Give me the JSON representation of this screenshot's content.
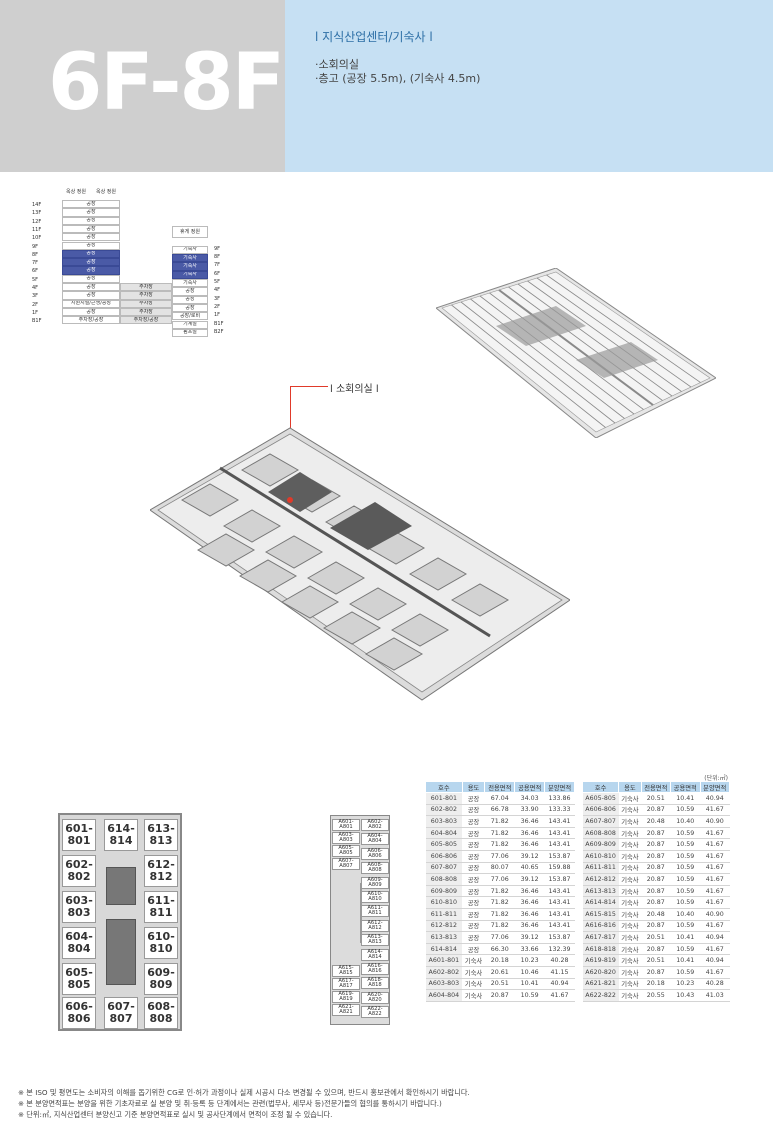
{
  "header": {
    "floor_title": "6F-8F",
    "section": "l 지식산업센터/기숙사 l",
    "specs": [
      "·소회의실",
      "·층고 (공장 5.5m), (기숙사 4.5m)"
    ]
  },
  "stack": {
    "left_floors": [
      "14F",
      "13F",
      "12F",
      "11F",
      "10F",
      "9F",
      "8F",
      "7F",
      "6F",
      "5F",
      "4F",
      "3F",
      "2F",
      "1F",
      "B1F"
    ],
    "right_floors": [
      "9F",
      "8F",
      "7F",
      "6F",
      "5F",
      "4F",
      "3F",
      "2F",
      "1F",
      "B1F",
      "B2F"
    ],
    "rooftop": [
      "옥상\n정원",
      "옥상\n정원"
    ],
    "factory": "공장",
    "factory_hl": "공장",
    "dorm": "기숙사",
    "dorm_hl": "기숙사",
    "garden": "휴게\n정원",
    "parking": "주차장",
    "lobby_factory": "지원시설/근생/공장",
    "lobby_mid": "주차장",
    "lobby_right": "공장/로비",
    "b1_left": "주차장/공장",
    "b1_mid": "주차장/공장",
    "machine": "기계실",
    "pump": "펌프실"
  },
  "lounge_label": "l 소회의실 l",
  "unit_note": "(단위:㎡)",
  "table_headers": [
    "호수",
    "용도",
    "전용면적",
    "공용면적",
    "분양면적"
  ],
  "table_left": [
    [
      "601-801",
      "공장",
      "67.04",
      "34.03",
      "133.86"
    ],
    [
      "602-802",
      "공장",
      "66.78",
      "33.90",
      "133.33"
    ],
    [
      "603-803",
      "공장",
      "71.82",
      "36.46",
      "143.41"
    ],
    [
      "604-804",
      "공장",
      "71.82",
      "36.46",
      "143.41"
    ],
    [
      "605-805",
      "공장",
      "71.82",
      "36.46",
      "143.41"
    ],
    [
      "606-806",
      "공장",
      "77.06",
      "39.12",
      "153.87"
    ],
    [
      "607-807",
      "공장",
      "80.07",
      "40.65",
      "159.88"
    ],
    [
      "608-808",
      "공장",
      "77.06",
      "39.12",
      "153.87"
    ],
    [
      "609-809",
      "공장",
      "71.82",
      "36.46",
      "143.41"
    ],
    [
      "610-810",
      "공장",
      "71.82",
      "36.46",
      "143.41"
    ],
    [
      "611-811",
      "공장",
      "71.82",
      "36.46",
      "143.41"
    ],
    [
      "612-812",
      "공장",
      "71.82",
      "36.46",
      "143.41"
    ],
    [
      "613-813",
      "공장",
      "77.06",
      "39.12",
      "153.87"
    ],
    [
      "614-814",
      "공장",
      "66.30",
      "33.66",
      "132.39"
    ],
    [
      "A601-801",
      "기숙사",
      "20.18",
      "10.23",
      "40.28"
    ],
    [
      "A602-802",
      "기숙사",
      "20.61",
      "10.46",
      "41.15"
    ],
    [
      "A603-803",
      "기숙사",
      "20.51",
      "10.41",
      "40.94"
    ],
    [
      "A604-804",
      "기숙사",
      "20.87",
      "10.59",
      "41.67"
    ]
  ],
  "table_right": [
    [
      "A605-805",
      "기숙사",
      "20.51",
      "10.41",
      "40.94"
    ],
    [
      "A606-806",
      "기숙사",
      "20.87",
      "10.59",
      "41.67"
    ],
    [
      "A607-807",
      "기숙사",
      "20.48",
      "10.40",
      "40.90"
    ],
    [
      "A608-808",
      "기숙사",
      "20.87",
      "10.59",
      "41.67"
    ],
    [
      "A609-809",
      "기숙사",
      "20.87",
      "10.59",
      "41.67"
    ],
    [
      "A610-810",
      "기숙사",
      "20.87",
      "10.59",
      "41.67"
    ],
    [
      "A611-811",
      "기숙사",
      "20.87",
      "10.59",
      "41.67"
    ],
    [
      "A612-812",
      "기숙사",
      "20.87",
      "10.59",
      "41.67"
    ],
    [
      "A613-813",
      "기숙사",
      "20.87",
      "10.59",
      "41.67"
    ],
    [
      "A614-814",
      "기숙사",
      "20.87",
      "10.59",
      "41.67"
    ],
    [
      "A615-815",
      "기숙사",
      "20.48",
      "10.40",
      "40.90"
    ],
    [
      "A616-816",
      "기숙사",
      "20.87",
      "10.59",
      "41.67"
    ],
    [
      "A617-817",
      "기숙사",
      "20.51",
      "10.41",
      "40.94"
    ],
    [
      "A618-818",
      "기숙사",
      "20.87",
      "10.59",
      "41.67"
    ],
    [
      "A619-819",
      "기숙사",
      "20.51",
      "10.41",
      "40.94"
    ],
    [
      "A620-820",
      "기숙사",
      "20.87",
      "10.59",
      "41.67"
    ],
    [
      "A621-821",
      "기숙사",
      "20.18",
      "10.23",
      "40.28"
    ],
    [
      "A622-822",
      "기숙사",
      "20.55",
      "10.43",
      "41.03"
    ]
  ],
  "plan_units": {
    "u601": [
      "601-",
      "801"
    ],
    "u614": [
      "614-",
      "814"
    ],
    "u613": [
      "613-",
      "813"
    ],
    "u602": [
      "602-",
      "802"
    ],
    "u612": [
      "612-",
      "812"
    ],
    "u603": [
      "603-",
      "803"
    ],
    "u611": [
      "611-",
      "811"
    ],
    "u604": [
      "604-",
      "804"
    ],
    "u610": [
      "610-",
      "810"
    ],
    "u605": [
      "605-",
      "805"
    ],
    "u609": [
      "609-",
      "809"
    ],
    "u606": [
      "606-",
      "806"
    ],
    "u607": [
      "607-",
      "807"
    ],
    "u608": [
      "608-",
      "808"
    ]
  },
  "dorm_left": [
    [
      "A601-",
      "A801"
    ],
    [
      "A603-",
      "A803"
    ],
    [
      "A605-",
      "A805"
    ],
    [
      "A607-",
      "A807"
    ],
    [
      "A615-",
      "A815"
    ],
    [
      "A617-",
      "A817"
    ],
    [
      "A619-",
      "A819"
    ],
    [
      "A621-",
      "A821"
    ]
  ],
  "dorm_right": [
    [
      "A602-",
      "A802"
    ],
    [
      "A604-",
      "A804"
    ],
    [
      "A606-",
      "A806"
    ],
    [
      "A608-",
      "A808"
    ],
    [
      "A609-",
      "A809"
    ],
    [
      "A610-",
      "A810"
    ],
    [
      "A611-",
      "A811"
    ],
    [
      "A612-",
      "A812"
    ],
    [
      "A613-",
      "A813"
    ],
    [
      "A614-",
      "A814"
    ],
    [
      "A616-",
      "A816"
    ],
    [
      "A618-",
      "A818"
    ],
    [
      "A620-",
      "A820"
    ],
    [
      "A622-",
      "A822"
    ]
  ],
  "notes": [
    "※ 본 ISO 및 평면도는 소비자의 이해를 돕기위한 CG로 인·허가 과정이나 실제 시공시 다소 변경될 수 있으며, 반드시 홍보관에서 확인하시기 바랍니다.",
    "※ 본 분양면적표는 분양을 위한 기초자료로 실 분양 및 취·등록 등 단계에서는 관련(법무사, 세무사 등)전문가들의 협의를 통하시기 바랍니다.)",
    "※ 단위:㎡, 지식산업센터 분양신고 기준 분양면적표로 실시 및 공사단계에서 면적이 조정 될 수 있습니다."
  ]
}
